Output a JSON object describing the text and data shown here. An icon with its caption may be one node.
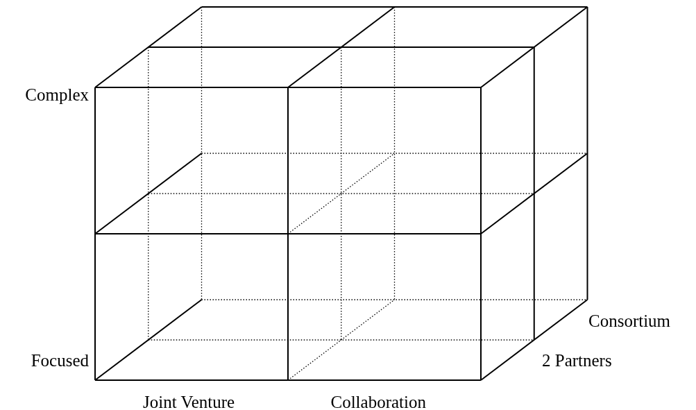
{
  "diagram": {
    "labels": [
      "Complex",
      "Focused",
      "Joint Venture",
      "Collaboration",
      "Consortium",
      "2 Partners"
    ]
  }
}
